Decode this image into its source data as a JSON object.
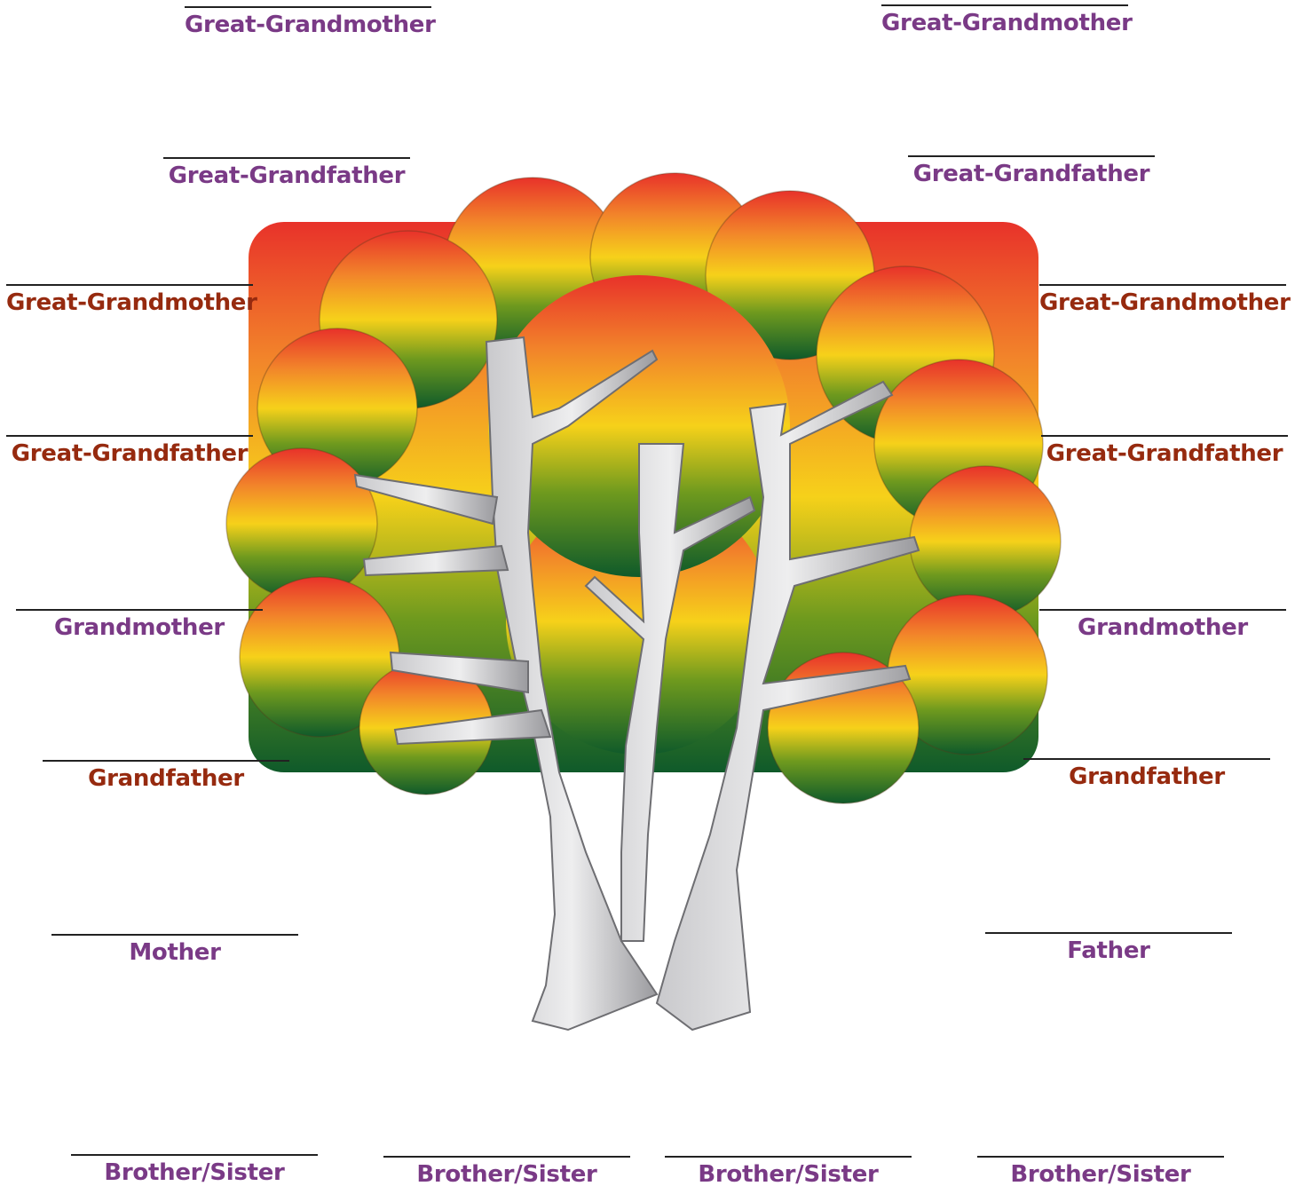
{
  "colors": {
    "purple_label": "#7a3a86",
    "rust_label": "#962a0f",
    "canopy_top": "#e8322a",
    "canopy_upper": "#f2852a",
    "canopy_middle": "#f6d11a",
    "canopy_lower": "#6f9a1e",
    "canopy_bottom": "#0f5a2a",
    "trunk": "#d9d9dc",
    "trunk_shade": "#9a9a9e"
  },
  "labels": {
    "top_left_great_grandmother": "Great-Grandmother",
    "top_right_great_grandmother": "Great-Grandmother",
    "upper_left_great_grandfather": "Great-Grandfather",
    "upper_right_great_grandfather": "Great-Grandfather",
    "mid_left_great_grandmother": "Great-Grandmother",
    "mid_right_great_grandmother": "Great-Grandmother",
    "mid_left_great_grandfather": "Great-Grandfather",
    "mid_right_great_grandfather": "Great-Grandfather",
    "left_grandmother": "Grandmother",
    "right_grandmother": "Grandmother",
    "left_grandfather": "Grandfather",
    "right_grandfather": "Grandfather",
    "mother": "Mother",
    "father": "Father",
    "siblings": [
      "Brother/Sister",
      "Brother/Sister",
      "Brother/Sister",
      "Brother/Sister"
    ]
  }
}
